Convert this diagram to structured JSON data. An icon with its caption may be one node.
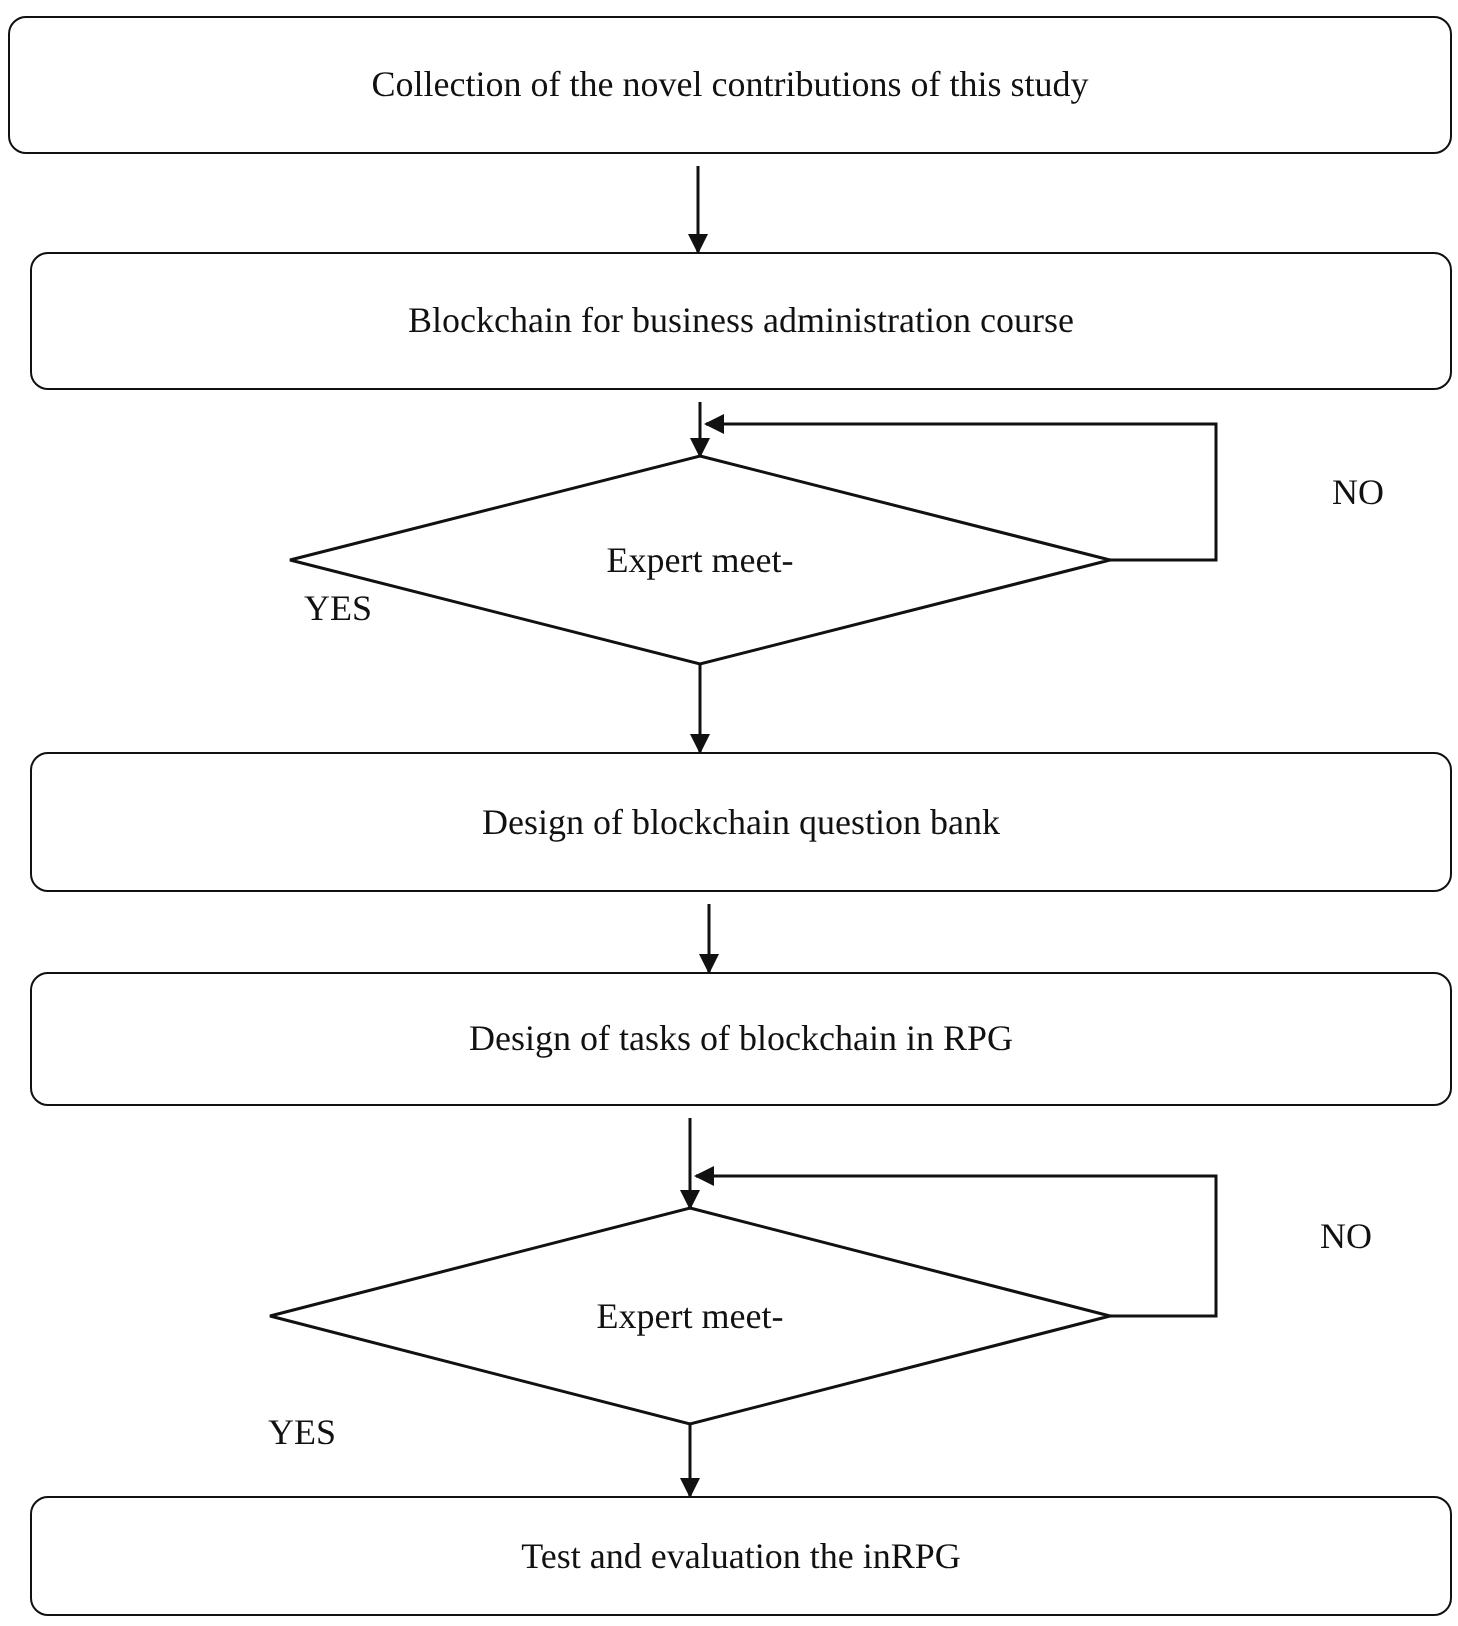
{
  "diagram": {
    "nodes": [
      {
        "text": [
          "Collection of the novel contributions of this study"
        ]
      },
      {
        "text": [
          "Blockchain for business administration course"
        ]
      },
      {
        "text": [
          "Expert meet-"
        ]
      },
      {
        "text": [
          "Design of blockchain question bank"
        ]
      },
      {
        "text": [
          "Design of tasks of blockchain in RPG"
        ]
      },
      {
        "text": [
          "Expert meet-"
        ]
      },
      {
        "text": [
          "Test and evaluation the inRPG"
        ]
      }
    ],
    "edges": [
      {
        "from": 0,
        "to": 1,
        "arrow": "to"
      },
      {
        "from": 1,
        "to": 2,
        "arrow": "to"
      },
      {
        "from": 2,
        "to": 2,
        "arrow": "to",
        "label": "NO"
      },
      {
        "from": 2,
        "to": 3,
        "arrow": "to"
      },
      {
        "from": 3,
        "to": 4,
        "arrow": "to"
      },
      {
        "from": 4,
        "to": 5,
        "arrow": "to"
      },
      {
        "from": 5,
        "to": 5,
        "arrow": "to",
        "label": "NO"
      },
      {
        "from": 5,
        "to": 6,
        "arrow": "to"
      }
    ],
    "labels": [
      "YES",
      "YES"
    ]
  }
}
